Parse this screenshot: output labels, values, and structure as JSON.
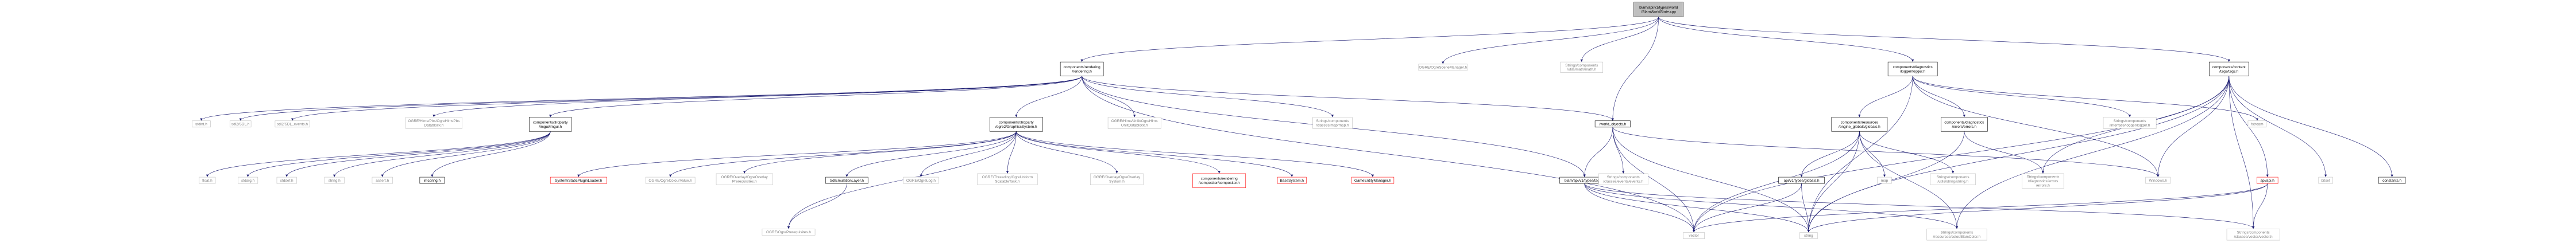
{
  "graph": {
    "nodes": [
      {
        "id": "root",
        "lines": [
          "blam/api/v1/types/world",
          "/BlamWorldState.cpp"
        ],
        "style": "root"
      },
      {
        "id": "rendering",
        "lines": [
          "components/rendering",
          "/rendering.h"
        ],
        "style": "link"
      },
      {
        "id": "ogrescene",
        "lines": [
          "OGRE/OgreSceneManager.h"
        ],
        "style": "gray"
      },
      {
        "id": "strmath",
        "lines": [
          "Strings/components",
          "/utils/math/math.h"
        ],
        "style": "gray"
      },
      {
        "id": "logger",
        "lines": [
          "components/diagnostics",
          "/logger/logger.h"
        ],
        "style": "link"
      },
      {
        "id": "content_tags",
        "lines": [
          "components/content",
          "/tags/tags.h"
        ],
        "style": "link"
      },
      {
        "id": "stdint",
        "lines": [
          "stdint.h"
        ],
        "style": "gray"
      },
      {
        "id": "sdl",
        "lines": [
          "sdl2/SDL.h"
        ],
        "style": "gray"
      },
      {
        "id": "sdlevents",
        "lines": [
          "sdl2/SDL_events.h"
        ],
        "style": "gray"
      },
      {
        "id": "hlms",
        "lines": [
          "OGRE/Hlms/Pbs/OgreHlmsPbs",
          "Datablock.h"
        ],
        "style": "gray"
      },
      {
        "id": "imgui",
        "lines": [
          "components/3rdparty",
          "/imgui/imgui.h"
        ],
        "style": "link"
      },
      {
        "id": "graphicssystem",
        "lines": [
          "components/3rdparty",
          "/ogre2/GraphicsSystem.h"
        ],
        "style": "link"
      },
      {
        "id": "hlmsunlit",
        "lines": [
          "OGRE/Hlms/Unlit/OgreHlms",
          "UnlitDatablock.h"
        ],
        "style": "gray"
      },
      {
        "id": "strmap",
        "lines": [
          "Strings/components",
          "/classes/map/map.h"
        ],
        "style": "gray"
      },
      {
        "id": "worldobjects",
        "lines": [
          "/world_objects.h"
        ],
        "style": "link"
      },
      {
        "id": "engineglobals",
        "lines": [
          "components/resources",
          "/engine_globals/globals.h"
        ],
        "style": "link"
      },
      {
        "id": "errors",
        "lines": [
          "components/diagnostics",
          "/errors/errors.h"
        ],
        "style": "link"
      },
      {
        "id": "strlogger",
        "lines": [
          "Strings/components",
          "/interface/logger/logger.h"
        ],
        "style": "gray"
      },
      {
        "id": "fstream",
        "lines": [
          "fstream"
        ],
        "style": "gray"
      },
      {
        "id": "floath",
        "lines": [
          "float.h"
        ],
        "style": "gray"
      },
      {
        "id": "stdarg",
        "lines": [
          "stdarg.h"
        ],
        "style": "gray"
      },
      {
        "id": "stddef",
        "lines": [
          "stddef.h"
        ],
        "style": "gray"
      },
      {
        "id": "stringh",
        "lines": [
          "string.h"
        ],
        "style": "gray"
      },
      {
        "id": "asserth",
        "lines": [
          "assert.h"
        ],
        "style": "gray"
      },
      {
        "id": "imconfig",
        "lines": [
          "imconfig.h"
        ],
        "style": "link"
      },
      {
        "id": "staticplugin",
        "lines": [
          "System/StaticPluginLoader.h"
        ],
        "style": "red"
      },
      {
        "id": "ogrecolour",
        "lines": [
          "OGRE/OgreColourValue.h"
        ],
        "style": "gray"
      },
      {
        "id": "overlayprereq",
        "lines": [
          "OGRE/Overlay/OgreOverlay",
          "Prerequisites.h"
        ],
        "style": "gray"
      },
      {
        "id": "sdlemu",
        "lines": [
          "SdlEmulationLayer.h"
        ],
        "style": "link"
      },
      {
        "id": "ogrelog",
        "lines": [
          "OGRE/OgreLog.h"
        ],
        "style": "gray"
      },
      {
        "id": "threading",
        "lines": [
          "OGRE/Threading/OgreUniform",
          "ScalableTask.h"
        ],
        "style": "gray"
      },
      {
        "id": "overlaysys",
        "lines": [
          "OGRE/Overlay/OgreOverlay",
          "System.h"
        ],
        "style": "gray"
      },
      {
        "id": "compositor",
        "lines": [
          "components/rendering",
          "/compositor/compositor.h"
        ],
        "style": "red"
      },
      {
        "id": "basesystem",
        "lines": [
          "BaseSystem.h"
        ],
        "style": "red"
      },
      {
        "id": "gameentity",
        "lines": [
          "GameEntityManager.h"
        ],
        "style": "red"
      },
      {
        "id": "blamtags",
        "lines": [
          "blam/api/v1/types/tags.h"
        ],
        "style": "link"
      },
      {
        "id": "strevents",
        "lines": [
          "Strings/components",
          "/classes/events/events.h"
        ],
        "style": "gray"
      },
      {
        "id": "apiglobals",
        "lines": [
          "api/v1/types/globals.h"
        ],
        "style": "link"
      },
      {
        "id": "map",
        "lines": [
          "map"
        ],
        "style": "gray"
      },
      {
        "id": "strstring",
        "lines": [
          "Strings/components",
          "/utils/string/string.h"
        ],
        "style": "gray"
      },
      {
        "id": "strerrors",
        "lines": [
          "Strings/components",
          "/diagnostics/errors",
          "/errors.h"
        ],
        "style": "gray"
      },
      {
        "id": "windows",
        "lines": [
          "Windows.h"
        ],
        "style": "gray"
      },
      {
        "id": "apih",
        "lines": [
          "api/api.h"
        ],
        "style": "red"
      },
      {
        "id": "bitset",
        "lines": [
          "bitset"
        ],
        "style": "gray"
      },
      {
        "id": "constants",
        "lines": [
          "constants.h"
        ],
        "style": "link"
      },
      {
        "id": "ogreprereq",
        "lines": [
          "OGRE/OgrePrerequisites.h"
        ],
        "style": "gray"
      },
      {
        "id": "vector",
        "lines": [
          "vector"
        ],
        "style": "gray"
      },
      {
        "id": "string",
        "lines": [
          "string"
        ],
        "style": "gray"
      },
      {
        "id": "blamcolor",
        "lines": [
          "Strings/components",
          "/resources/color/BlamColor.h"
        ],
        "style": "gray"
      },
      {
        "id": "strvector",
        "lines": [
          "Strings/components",
          "/classes/vector/vector.h"
        ],
        "style": "gray"
      }
    ],
    "colors": {
      "edge": "#191970",
      "link_border": "#000000",
      "gray_border": "#bfbfbf",
      "red_border": "#ff0000",
      "root_fill": "#bfbfbf",
      "gray_text": "#808080",
      "text": "#000000"
    }
  }
}
